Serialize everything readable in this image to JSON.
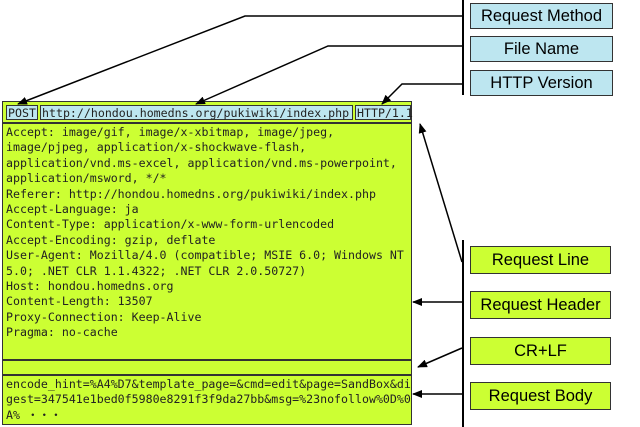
{
  "request_line": {
    "method": "POST",
    "url": "http://hondou.homedns.org/pukiwiki/index.php",
    "version": "HTTP/1.1"
  },
  "header_lines": [
    "Accept: image/gif, image/x-xbitmap, image/jpeg,",
    "image/pjpeg, application/x-shockwave-flash,",
    "application/vnd.ms-excel, application/vnd.ms-powerpoint,",
    "application/msword, */*",
    "Referer: http://hondou.homedns.org/pukiwiki/index.php",
    "Accept-Language: ja",
    "Content-Type: application/x-www-form-urlencoded",
    "Accept-Encoding: gzip, deflate",
    "User-Agent: Mozilla/4.0 (compatible; MSIE 6.0; Windows NT",
    "5.0; .NET CLR 1.1.4322; .NET CLR 2.0.50727)",
    "Host: hondou.homedns.org",
    "Content-Length: 13507",
    "Proxy-Connection: Keep-Alive",
    "Pragma: no-cache"
  ],
  "body_lines": [
    "encode_hint=%A4%D7&template_page=&cmd=edit&page=SandBox&di",
    "gest=347541e1bed0f5980e8291f3f9da27bb&msg=%23nofollow%0D%0",
    "A% ・・・"
  ],
  "labels": {
    "request_method": "Request Method",
    "file_name": "File Name",
    "http_version": "HTTP Version",
    "request_line": "Request Line",
    "request_header": "Request Header",
    "crlf": "CR+LF",
    "request_body": "Request Body"
  },
  "colors": {
    "panel_green": "#ccff33",
    "label_blue": "#bde6f0",
    "line": "#000000"
  }
}
